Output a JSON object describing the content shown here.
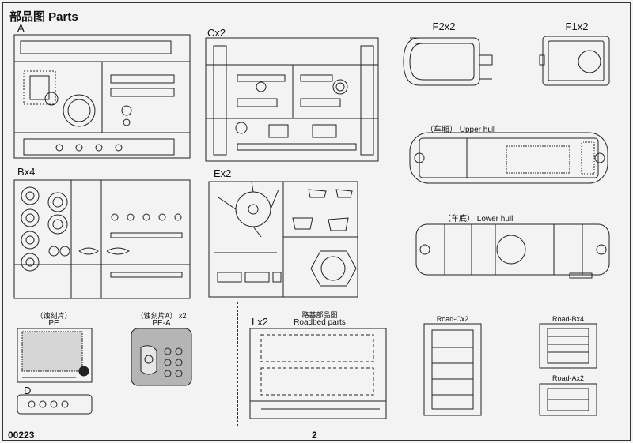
{
  "header": {
    "title": "部品图 Parts"
  },
  "sprues": {
    "a": "A",
    "c": "Cx2",
    "b": "Bx4",
    "e": "Ex2",
    "d": "D",
    "l": "Lx2",
    "f2": "F2x2",
    "f1": "F1x2"
  },
  "hulls": {
    "upper": "（车厢） Upper hull",
    "lower": "（车底） Lower hull"
  },
  "etched": {
    "pe_cn": "（蚀刻片）",
    "pe": "PE",
    "pea_cn": "（蚀刻片A） x2",
    "pea": "PE-A"
  },
  "roadbed": {
    "cn": "路基部品图",
    "en": "Roadbed  parts",
    "road_c": "Road-Cx2",
    "road_b": "Road-Bx4",
    "road_a": "Road-Ax2"
  },
  "footer": {
    "code": "00223",
    "page_number": "2"
  }
}
